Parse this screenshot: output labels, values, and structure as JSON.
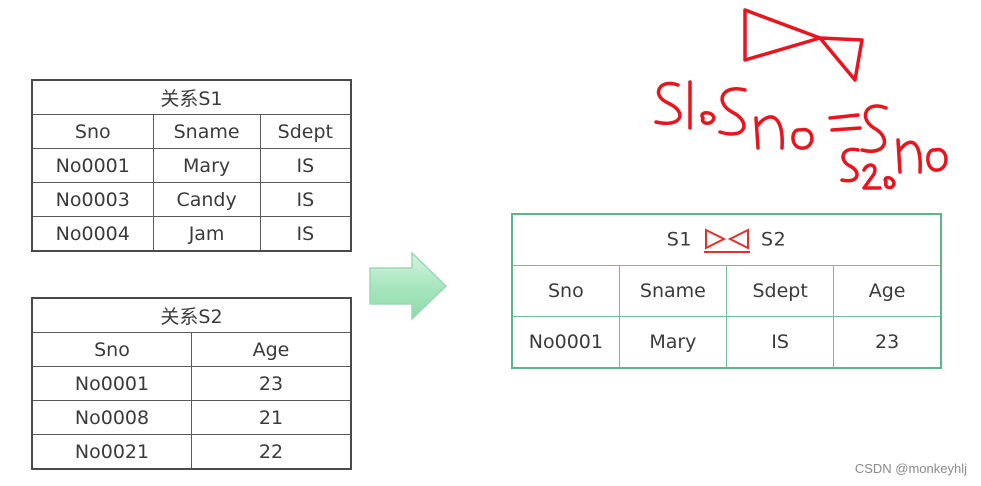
{
  "relation_s1": {
    "title": "关系S1",
    "columns": [
      "Sno",
      "Sname",
      "Sdept"
    ],
    "rows": [
      [
        "No0001",
        "Mary",
        "IS"
      ],
      [
        "No0003",
        "Candy",
        "IS"
      ],
      [
        "No0004",
        "Jam",
        "IS"
      ]
    ]
  },
  "relation_s2": {
    "title": "关系S2",
    "columns": [
      "Sno",
      "Age"
    ],
    "rows": [
      [
        "No0001",
        "23"
      ],
      [
        "No0008",
        "21"
      ],
      [
        "No0021",
        "22"
      ]
    ]
  },
  "result": {
    "left_operand": "S1",
    "right_operand": "S2",
    "columns": [
      "Sno",
      "Sname",
      "Sdept",
      "Age"
    ],
    "rows": [
      [
        "No0001",
        "Mary",
        "IS",
        "23"
      ]
    ]
  },
  "watermark": "CSDN @monkeyhlj",
  "colors": {
    "result_border": "#5fb58a",
    "arrow_fill": "#a8e6bf",
    "join_symbol": "#e0302f",
    "annotation_ink": "#e8141e"
  }
}
